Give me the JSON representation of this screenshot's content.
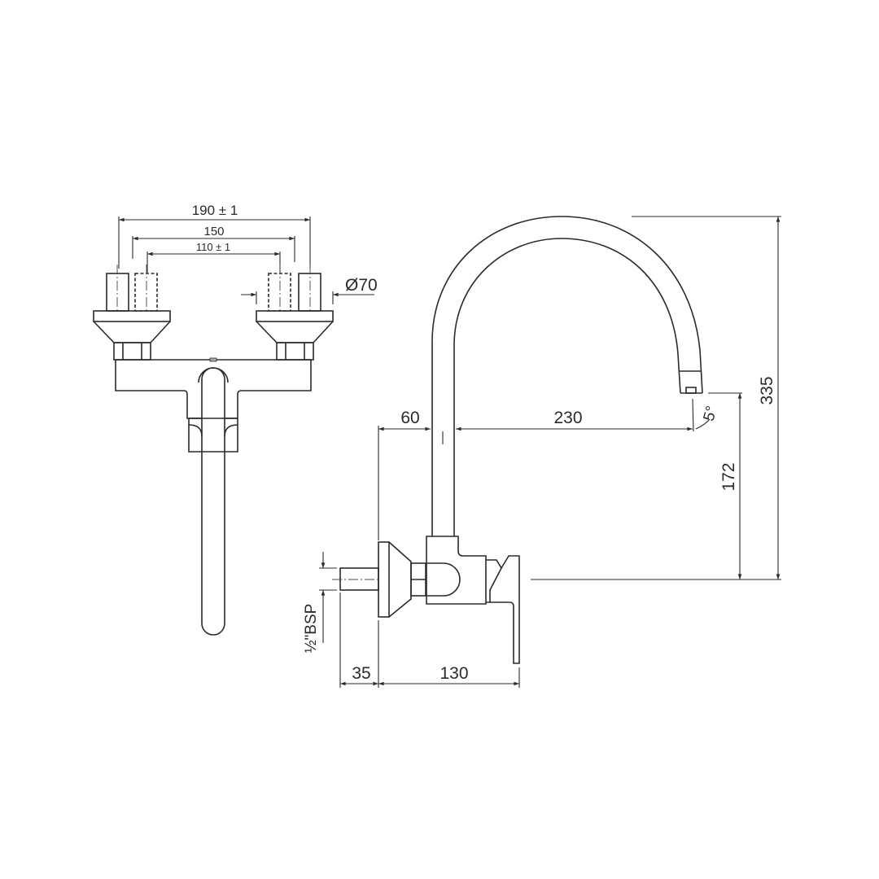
{
  "drawing": {
    "title": "Wall-mounted sink mixer with swivel spout - technical dimension drawing",
    "line_color": "#2b2b2b",
    "background": "#ffffff"
  },
  "front_view": {
    "dimensions": {
      "overall_width": "190 ± 1",
      "center_150": "150",
      "inner_110": "110 ± 1",
      "flange_diameter": "Ø70"
    }
  },
  "side_view": {
    "dimensions": {
      "wall_to_pipe": "60",
      "reach": "230",
      "spout_angle": "5°",
      "spout_height": "172",
      "overall_height": "335",
      "inlet_length": "35",
      "body_depth": "130",
      "inlet_thread": "½\"BSP"
    }
  }
}
